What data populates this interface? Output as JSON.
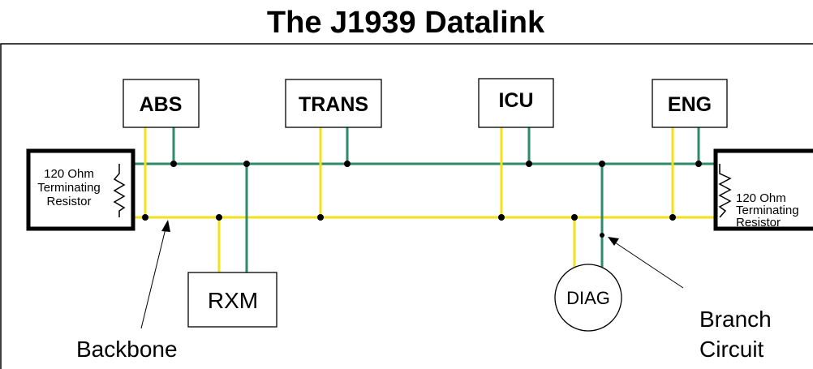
{
  "title": "The J1939 Datalink",
  "modules": {
    "abs": "ABS",
    "trans": "TRANS",
    "icu": "ICU",
    "eng": "ENG",
    "rxm": "RXM",
    "diag": "DIAG"
  },
  "resistor_left": {
    "line1": "120 Ohm",
    "line2": "Terminating",
    "line3": "Resistor"
  },
  "resistor_right": {
    "line1": "120 Ohm",
    "line2": "Terminating",
    "line3": "Resistor"
  },
  "labels": {
    "backbone": "Backbone",
    "branch_line1": "Branch",
    "branch_line2": "Circuit"
  },
  "colors": {
    "can_high": "#2e8b6a",
    "can_low": "#f2e21a"
  }
}
